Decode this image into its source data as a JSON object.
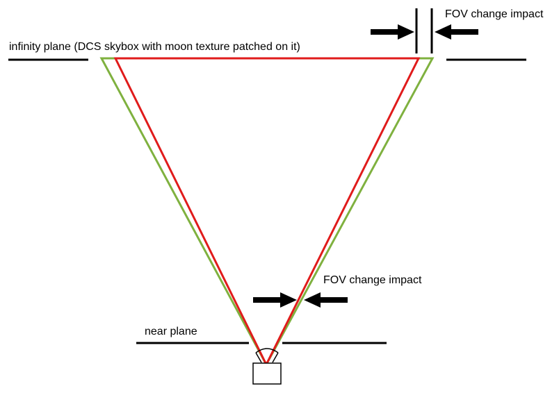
{
  "labels": {
    "infinity_plane": "infinity plane (DCS skybox with moon texture patched on it)",
    "near_plane": "near plane",
    "fov_impact_top": "FOV change impact",
    "fov_impact_mid": "FOV change impact"
  },
  "colors": {
    "wide_fov": "#7fb13f",
    "narrow_fov": "#e01b1b",
    "lines": "#000000"
  }
}
